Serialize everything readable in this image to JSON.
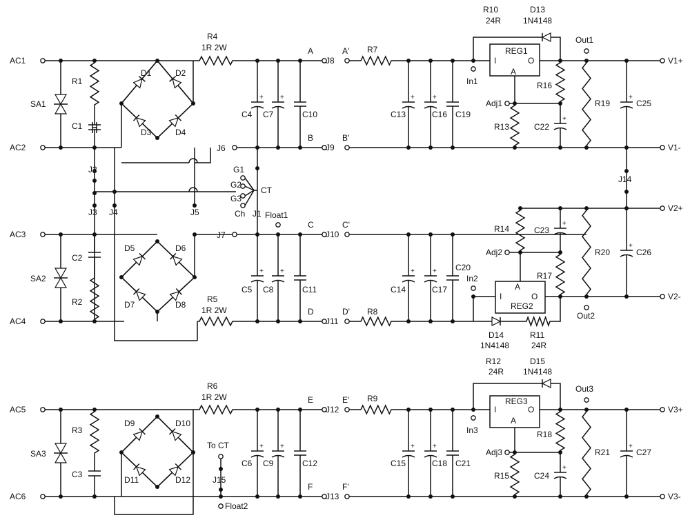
{
  "labels": {
    "AC1": "AC1",
    "AC2": "AC2",
    "AC3": "AC3",
    "AC4": "AC4",
    "AC5": "AC5",
    "AC6": "AC6",
    "SA1": "SA1",
    "SA2": "SA2",
    "SA3": "SA3",
    "R1": "R1",
    "R2": "R2",
    "R3": "R3",
    "C1": "C1",
    "C2": "C2",
    "C3": "C3",
    "D1": "D1",
    "D2": "D2",
    "D3": "D3",
    "D4": "D4",
    "D5": "D5",
    "D6": "D6",
    "D7": "D7",
    "D8": "D8",
    "D9": "D9",
    "D10": "D10",
    "D11": "D11",
    "D12": "D12",
    "J1": "J1",
    "J2": "J2",
    "J3": "J3",
    "J4": "J4",
    "J5": "J5",
    "J6": "J6",
    "J7": "J7",
    "J8": "J8",
    "J9": "J9",
    "J10": "J10",
    "J11": "J11",
    "J12": "J12",
    "J13": "J13",
    "J14": "J14",
    "J15": "J15",
    "R4": "R4",
    "R4v": "1R 2W",
    "R5": "R5",
    "R5v": "1R 2W",
    "R6": "R6",
    "R6v": "1R 2W",
    "C4": "C4",
    "C5": "C5",
    "C6": "C6",
    "C7": "C7",
    "C8": "C8",
    "C9": "C9",
    "C10": "C10",
    "C11": "C11",
    "C12": "C12",
    "C13": "C13",
    "C14": "C14",
    "C15": "C15",
    "C16": "C16",
    "C17": "C17",
    "C18": "C18",
    "C19": "C19",
    "C20": "C20",
    "C21": "C21",
    "C22": "C22",
    "C23": "C23",
    "C24": "C24",
    "C25": "C25",
    "C26": "C26",
    "C27": "C27",
    "G1": "G1",
    "G2": "G2",
    "G3": "G3",
    "Ch": "Ch",
    "CT": "CT",
    "Float1": "Float1",
    "Float2": "Float2",
    "ToCT": "To CT",
    "A": "A",
    "Ap": "A'",
    "B": "B",
    "Bp": "B'",
    "C": "C",
    "Cp": "C'",
    "D": "D",
    "Dp": "D'",
    "E": "E",
    "Ep": "E'",
    "F": "F",
    "Fp": "F'",
    "R7": "R7",
    "R8": "R8",
    "R9": "R9",
    "R10": "R10",
    "R10v": "24R",
    "R11": "R11",
    "R11v": "24R",
    "R12": "R12",
    "R12v": "24R",
    "D13": "D13",
    "D13v": "1N4148",
    "D14": "D14",
    "D14v": "1N4148",
    "D15": "D15",
    "D15v": "1N4148",
    "REG1": "REG1",
    "REG2": "REG2",
    "REG3": "REG3",
    "pinI": "I",
    "pinO": "O",
    "pinA": "A",
    "In1": "In1",
    "In2": "In2",
    "In3": "In3",
    "Adj1": "Adj1",
    "Adj2": "Adj2",
    "Adj3": "Adj3",
    "Out1": "Out1",
    "Out2": "Out2",
    "Out3": "Out3",
    "R13": "R13",
    "R14": "R14",
    "R15": "R15",
    "R16": "R16",
    "R17": "R17",
    "R18": "R18",
    "R19": "R19",
    "R20": "R20",
    "R21": "R21",
    "V1p": "V1+",
    "V1m": "V1-",
    "V2p": "V2+",
    "V2m": "V2-",
    "V3p": "V3+",
    "V3m": "V3-",
    "plus": "+"
  }
}
